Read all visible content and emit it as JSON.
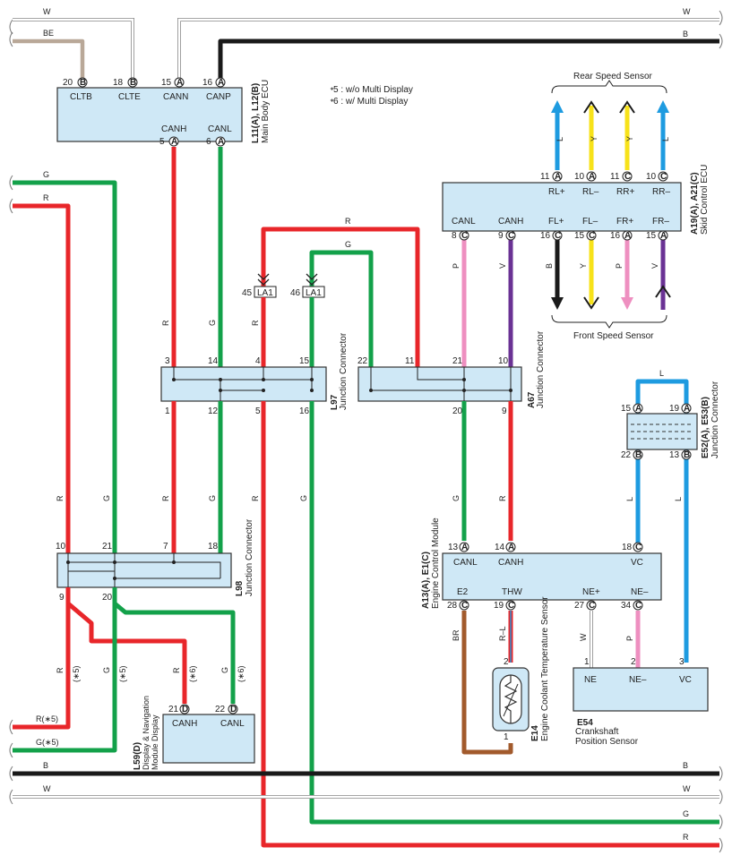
{
  "wire_colors": {
    "R": "#e8262a",
    "G": "#13a14a",
    "B": "#1a1a1a",
    "W": "#ffffff",
    "BE": "#b9a898",
    "L": "#1e9be0",
    "Y": "#f7e21a",
    "P": "#ee8fc0",
    "V": "#6a3294",
    "BR": "#a25a2c",
    "box": "#cfe8f6"
  },
  "legend": {
    "note5": "5 : w/o Multi Display",
    "note6": "6 : w/ Multi Display"
  },
  "bus_labels": {
    "top_w1": "W",
    "top_be": "BE",
    "top_w2": "W",
    "top_b": "B",
    "left_g": "G",
    "left_r": "R",
    "bot_r5": "R(∗5)",
    "bot_g5": "G(∗5)",
    "bot_b_left": "B",
    "bot_b_right": "B",
    "bot_w_left": "W",
    "bot_w_right": "W",
    "bot_g": "G",
    "bot_r": "R"
  },
  "main_body_ecu": {
    "id": "L11(A), L12(B)",
    "name": "Main Body ECU",
    "pins": [
      {
        "num": "20",
        "conn": "B",
        "term": "CLTB"
      },
      {
        "num": "18",
        "conn": "B",
        "term": "CLTE"
      },
      {
        "num": "15",
        "conn": "A",
        "term": "CANN"
      },
      {
        "num": "16",
        "conn": "A",
        "term": "CANP"
      },
      {
        "num": "5",
        "conn": "A",
        "term": "CANH"
      },
      {
        "num": "6",
        "conn": "A",
        "term": "CANL"
      }
    ]
  },
  "skid_control_ecu": {
    "id": "A19(A), A21(C)",
    "name": "Skid Control ECU",
    "rear_label": "Rear Speed Sensor",
    "front_label": "Front Speed Sensor",
    "top_pins": [
      {
        "num": "11",
        "conn": "A",
        "term": "RL+",
        "wire": "L"
      },
      {
        "num": "10",
        "conn": "A",
        "term": "RL–",
        "wire": "Y"
      },
      {
        "num": "11",
        "conn": "C",
        "term": "RR+",
        "wire": "Y"
      },
      {
        "num": "10",
        "conn": "C",
        "term": "RR–",
        "wire": "L"
      }
    ],
    "bottom_pins": [
      {
        "num": "8",
        "conn": "C",
        "term": "CANL",
        "wire": "P"
      },
      {
        "num": "9",
        "conn": "C",
        "term": "CANH",
        "wire": "V"
      },
      {
        "num": "16",
        "conn": "C",
        "term": "FL+",
        "wire": "B"
      },
      {
        "num": "15",
        "conn": "C",
        "term": "FL–",
        "wire": "Y"
      },
      {
        "num": "16",
        "conn": "A",
        "term": "FR+",
        "wire": "P"
      },
      {
        "num": "15",
        "conn": "A",
        "term": "FR–",
        "wire": "V"
      }
    ]
  },
  "jc_l97": {
    "id": "L97",
    "name": "Junction Connector",
    "top": [
      "3",
      "14",
      "4",
      "15"
    ],
    "bottom": [
      "1",
      "12",
      "5",
      "16"
    ]
  },
  "jc_a67": {
    "id": "A67",
    "name": "Junction Connector",
    "top": [
      "22",
      "11",
      "21",
      "10"
    ],
    "bottom": [
      "20",
      "9"
    ]
  },
  "jc_l98": {
    "id": "L98",
    "name": "Junction Connector",
    "top": [
      "10",
      "21",
      "7",
      "18"
    ],
    "bottom": [
      "9",
      "20"
    ]
  },
  "jc_e52": {
    "id": "E52(A), E53(B)",
    "name": "Junction Connector",
    "top": [
      {
        "num": "15",
        "conn": "A"
      },
      {
        "num": "19",
        "conn": "A"
      }
    ],
    "bottom": [
      {
        "num": "22",
        "conn": "B"
      },
      {
        "num": "13",
        "conn": "B"
      }
    ]
  },
  "la1": {
    "left": {
      "num": "45",
      "id": "LA1"
    },
    "right": {
      "num": "46",
      "id": "LA1"
    }
  },
  "ecm": {
    "id": "A13(A), E1(C)",
    "name": "Engine Control Module",
    "top_pins": [
      {
        "num": "13",
        "conn": "A",
        "term": "CANL"
      },
      {
        "num": "14",
        "conn": "A",
        "term": "CANH"
      },
      {
        "num": "18",
        "conn": "C",
        "term": "VC"
      }
    ],
    "bottom_pins": [
      {
        "num": "28",
        "conn": "C",
        "term": "E2"
      },
      {
        "num": "19",
        "conn": "C",
        "term": "THW"
      },
      {
        "num": "27",
        "conn": "C",
        "term": "NE+"
      },
      {
        "num": "34",
        "conn": "C",
        "term": "NE–"
      }
    ]
  },
  "display_module": {
    "id": "L59(D)",
    "name": "Display & Navigation Module Display",
    "pins": [
      {
        "num": "21",
        "conn": "D",
        "term": "CANH"
      },
      {
        "num": "22",
        "conn": "D",
        "term": "CANL"
      }
    ]
  },
  "temp_sensor": {
    "id": "E14",
    "name": "Engine Coolant Temperature Sensor",
    "pin_top": "2",
    "pin_bottom": "1"
  },
  "crank_sensor": {
    "id": "E54",
    "name": "Crankshaft Position Sensor",
    "pins": [
      {
        "num": "1",
        "term": "NE"
      },
      {
        "num": "2",
        "term": "NE–"
      },
      {
        "num": "3",
        "term": "VC"
      }
    ]
  },
  "wire_labels": {
    "ecu_canh": "R",
    "ecu_canl": "G",
    "l97_r_top": "R",
    "l97_g_top": "G",
    "la1_r": "R",
    "la1_g": "G",
    "arc_r": "R",
    "arc_g": "G",
    "a67_p": "P",
    "a67_v": "V",
    "left_r": "R",
    "left_g": "G",
    "l97_r_bot": "R",
    "l97_g_bot": "G",
    "l97_r5": "R",
    "l97_g16": "G",
    "a67_g": "G",
    "a67_r": "R",
    "l98_r5": "R",
    "l98_g5": "G",
    "l98_r6": "R",
    "l98_g6": "G",
    "note_r5": "(∗5)",
    "note_g5": "(∗5)",
    "note_r6": "(∗6)",
    "note_g6": "(∗6)",
    "e52_top_l": "L",
    "e52_l1": "L",
    "e52_l2": "L",
    "ecm_br": "BR",
    "ecm_rl": "R–L",
    "ecm_w": "W",
    "ecm_p": "P",
    "rl_l1": "L",
    "rl_y1": "Y",
    "rl_y2": "Y",
    "rl_l2": "L",
    "fl_b": "B",
    "fl_y": "Y",
    "fr_p": "P",
    "fr_v": "V"
  }
}
